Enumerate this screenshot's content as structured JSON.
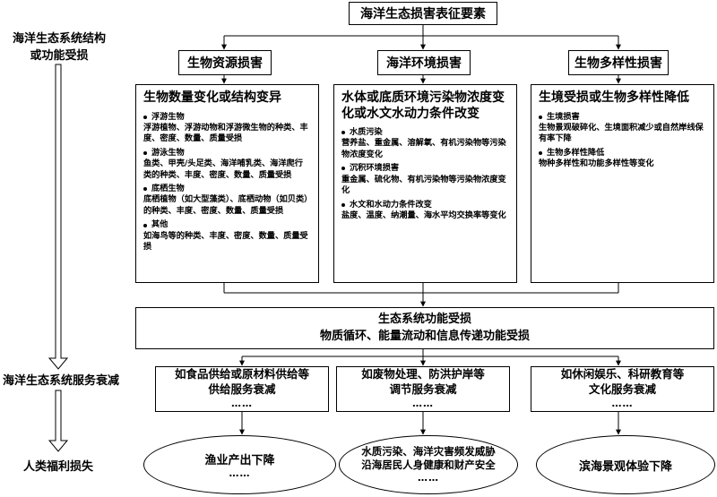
{
  "left_labels": {
    "ecosystem": "海洋生态系统结构\n或功能受损",
    "services": "海洋生态系统服务衰减",
    "welfare": "人类福利损失"
  },
  "top": {
    "title": "海洋生态损害表征要素"
  },
  "categories": [
    {
      "title": "生物资源损害"
    },
    {
      "title": "海洋环境损害"
    },
    {
      "title": "生物多样性损害"
    }
  ],
  "columns": [
    {
      "heading": "生物数量变化或结构变异",
      "items": [
        {
          "head": "浮游生物",
          "text": "浮游植物、浮游动物和浮游微生物的种类、丰度、密度、数量、质量受损"
        },
        {
          "head": "游泳生物",
          "text": "鱼类、甲壳/头足类、海洋哺乳类、海洋爬行类的种类、丰度、密度、数量、质量受损"
        },
        {
          "head": "底栖生物",
          "text": "底栖植物（如大型藻类）、底栖动物（如贝类）的种类、丰度、密度、数量、质量受损"
        },
        {
          "head": "其他",
          "text": "如海鸟等的种类、丰度、密度、数量、质量受损"
        }
      ]
    },
    {
      "heading": "水体或底质环境污染物浓度变化或水文水动力条件改变",
      "items": [
        {
          "head": "水质污染",
          "text": "营养盐、重金属、溶解氧、有机污染物等污染物浓度变化"
        },
        {
          "head": "沉积环境损害",
          "text": "重金属、硫化物、有机污染物等污染物浓度变化"
        },
        {
          "head": "水文和水动力条件改变",
          "text": "盐度、温度、纳潮量、海水平均交换率等变化"
        }
      ]
    },
    {
      "heading": "生境受损或生物多样性降低",
      "items": [
        {
          "head": "生境损害",
          "text": "生物景观破碎化、生境面积减少或自然岸线保有率下降"
        },
        {
          "head": "生物多样性降低",
          "text": "物种多样性和功能多样性等变化"
        }
      ]
    }
  ],
  "function_box": {
    "line1": "生态系统功能受损",
    "line2": "物质循环、能量流动和信息传递功能受损"
  },
  "services": [
    {
      "line1": "如食品供给或原材料供给等",
      "line2": "供给服务衰减",
      "ellipsis": "……"
    },
    {
      "line1": "如废物处理、防洪护岸等",
      "line2": "调节服务衰减",
      "ellipsis": "……"
    },
    {
      "line1": "如休闲娱乐、科研教育等",
      "line2": "文化服务衰减",
      "ellipsis": "……"
    }
  ],
  "welfare": [
    {
      "line1": "渔业产出下降",
      "line2": "",
      "ellipsis": "……"
    },
    {
      "line1": "水质污染、海洋灾害频发威胁",
      "line2": "沿海居民人身健康和财产安全",
      "ellipsis": "……"
    },
    {
      "line1": "滨海景观体验下降",
      "line2": "",
      "ellipsis": ""
    }
  ]
}
